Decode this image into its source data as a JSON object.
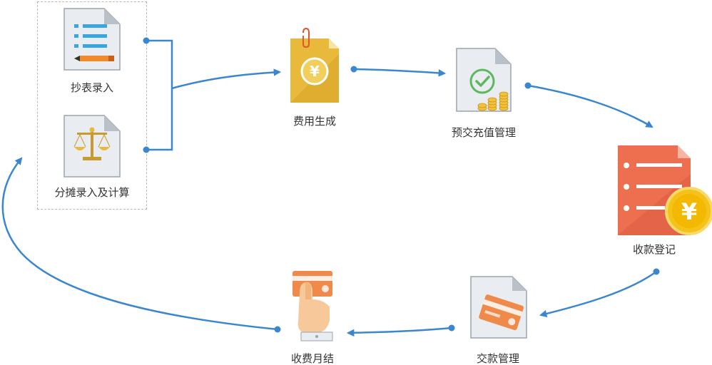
{
  "colors": {
    "arrow": "#3a87d0",
    "doc_paper": "#eef1f4",
    "doc_fold": "#b8bec6",
    "gold": "#e8b93a",
    "orange_red": "#ee6e50",
    "coin": "#f5c21a"
  },
  "steps": {
    "meter_entry": {
      "label": "抄表录入",
      "icon": "document-list-icon"
    },
    "allocation_entry": {
      "label": "分摊录入及计算",
      "icon": "document-scales-icon"
    },
    "fee_generation": {
      "label": "费用生成",
      "icon": "document-yen-icon"
    },
    "prepayment_management": {
      "label": "预交充值管理",
      "icon": "document-check-coins-icon"
    },
    "payment_registration": {
      "label": "收款登记",
      "icon": "document-list-yen-coin-icon"
    },
    "payment_management": {
      "label": "交款管理",
      "icon": "document-card-icon"
    },
    "monthly_settlement": {
      "label": "收费月结",
      "icon": "hand-card-icon"
    }
  }
}
